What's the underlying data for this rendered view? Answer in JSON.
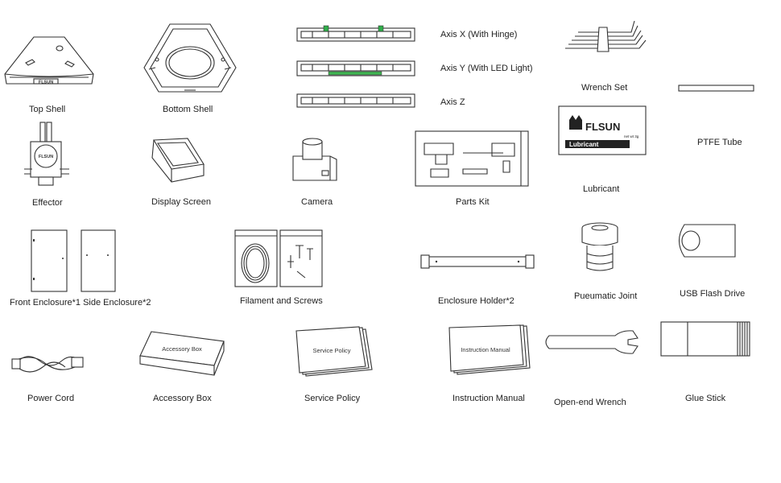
{
  "labels": {
    "top_shell": "Top Shell",
    "bottom_shell": "Bottom Shell",
    "axis_x": "Axis X (With Hinge)",
    "axis_y": "Axis Y (With LED Light)",
    "axis_z": "Axis Z",
    "wrench_set": "Wrench Set",
    "ptfe_tube": "PTFE Tube",
    "lubricant": "Lubricant",
    "effector": "Effector",
    "display_screen": "Display Screen",
    "camera": "Camera",
    "parts_kit": "Parts Kit",
    "front_side_enclosure": "Front Enclosure*1 Side Enclosure*2",
    "filament_screws": "Filament and Screws",
    "enclosure_holder": "Enclosure Holder*2",
    "pneumatic_joint": "Pueumatic Joint",
    "usb_flash_drive": "USB Flash Drive",
    "power_cord": "Power Cord",
    "accessory_box": "Accessory Box",
    "service_policy": "Service Policy",
    "instruction_manual": "Instruction Manual",
    "open_end_wrench": "Open-end Wrench",
    "glue_stick": "Glue Stick"
  },
  "prints": {
    "brand": "FLSUN",
    "lubricant_band": "Lubricant",
    "lubricant_net": "net wt 3g",
    "accessory_box": "Accessory Box",
    "service_policy": "Service Policy",
    "instruction_manual": "Instruction Manual"
  }
}
